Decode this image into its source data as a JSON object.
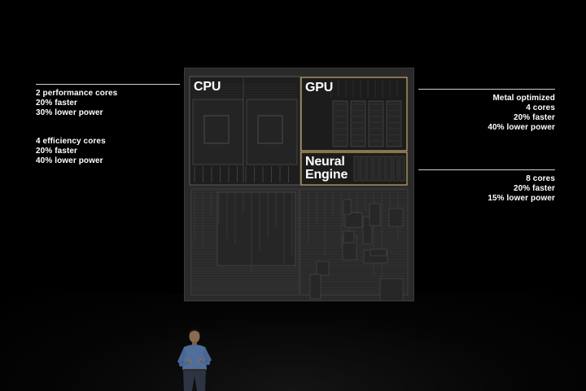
{
  "slide": {
    "background_color": "#000000",
    "accent_color": "#c9a96b",
    "left_callouts": {
      "performance": [
        "2 performance cores",
        "20% faster",
        "30% lower power"
      ],
      "efficiency": [
        "4 efficiency cores",
        "20% faster",
        "40% lower power"
      ]
    },
    "right_callouts": {
      "gpu": [
        "Metal optimized",
        "4 cores",
        "20% faster",
        "40% lower power"
      ],
      "neural": [
        "8 cores",
        "20% faster",
        "15% lower power"
      ]
    },
    "chip": {
      "cpu_label": "CPU",
      "gpu_label": "GPU",
      "neural_label_line1": "Neural",
      "neural_label_line2": "Engine"
    }
  }
}
